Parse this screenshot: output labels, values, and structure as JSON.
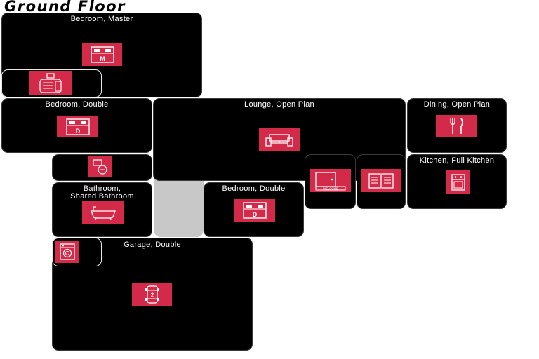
{
  "floor": {
    "title": "Ground Floor"
  },
  "colors": {
    "room": "#000000",
    "icon": "#d42a4a",
    "hall": "#c8c8c8",
    "text": "#ffffff"
  },
  "rooms": {
    "master_bedroom": {
      "label": "Bedroom, Master",
      "icon": "bed-icon",
      "icon_text": "M"
    },
    "ensuite": {
      "icon": "shower-toilet-icon"
    },
    "double_bedroom_1": {
      "label": "Bedroom, Double",
      "icon": "bed-icon",
      "icon_text": "D"
    },
    "lounge": {
      "label": "Lounge, Open Plan",
      "icon": "sofa-icon"
    },
    "dining": {
      "label": "Dining, Open Plan",
      "icon": "cutlery-icon"
    },
    "utility": {
      "icon": "toilet-basin-icon"
    },
    "bathroom": {
      "label": "Bathroom, Shared Bathroom",
      "icon": "bathtub-icon"
    },
    "double_bedroom_2": {
      "label": "Bedroom, Double",
      "icon": "bed-icon",
      "icon_text": "D"
    },
    "entrance": {
      "icon": "welcome-door-icon",
      "icon_text": "WELCOME"
    },
    "study": {
      "icon": "open-book-icon"
    },
    "kitchen": {
      "label": "Kitchen, Full Kitchen",
      "icon": "stove-icon"
    },
    "laundry": {
      "icon": "washing-machine-icon"
    },
    "garage": {
      "label": "Garage, Double",
      "icon": "car-icon",
      "icon_text": "2"
    }
  }
}
